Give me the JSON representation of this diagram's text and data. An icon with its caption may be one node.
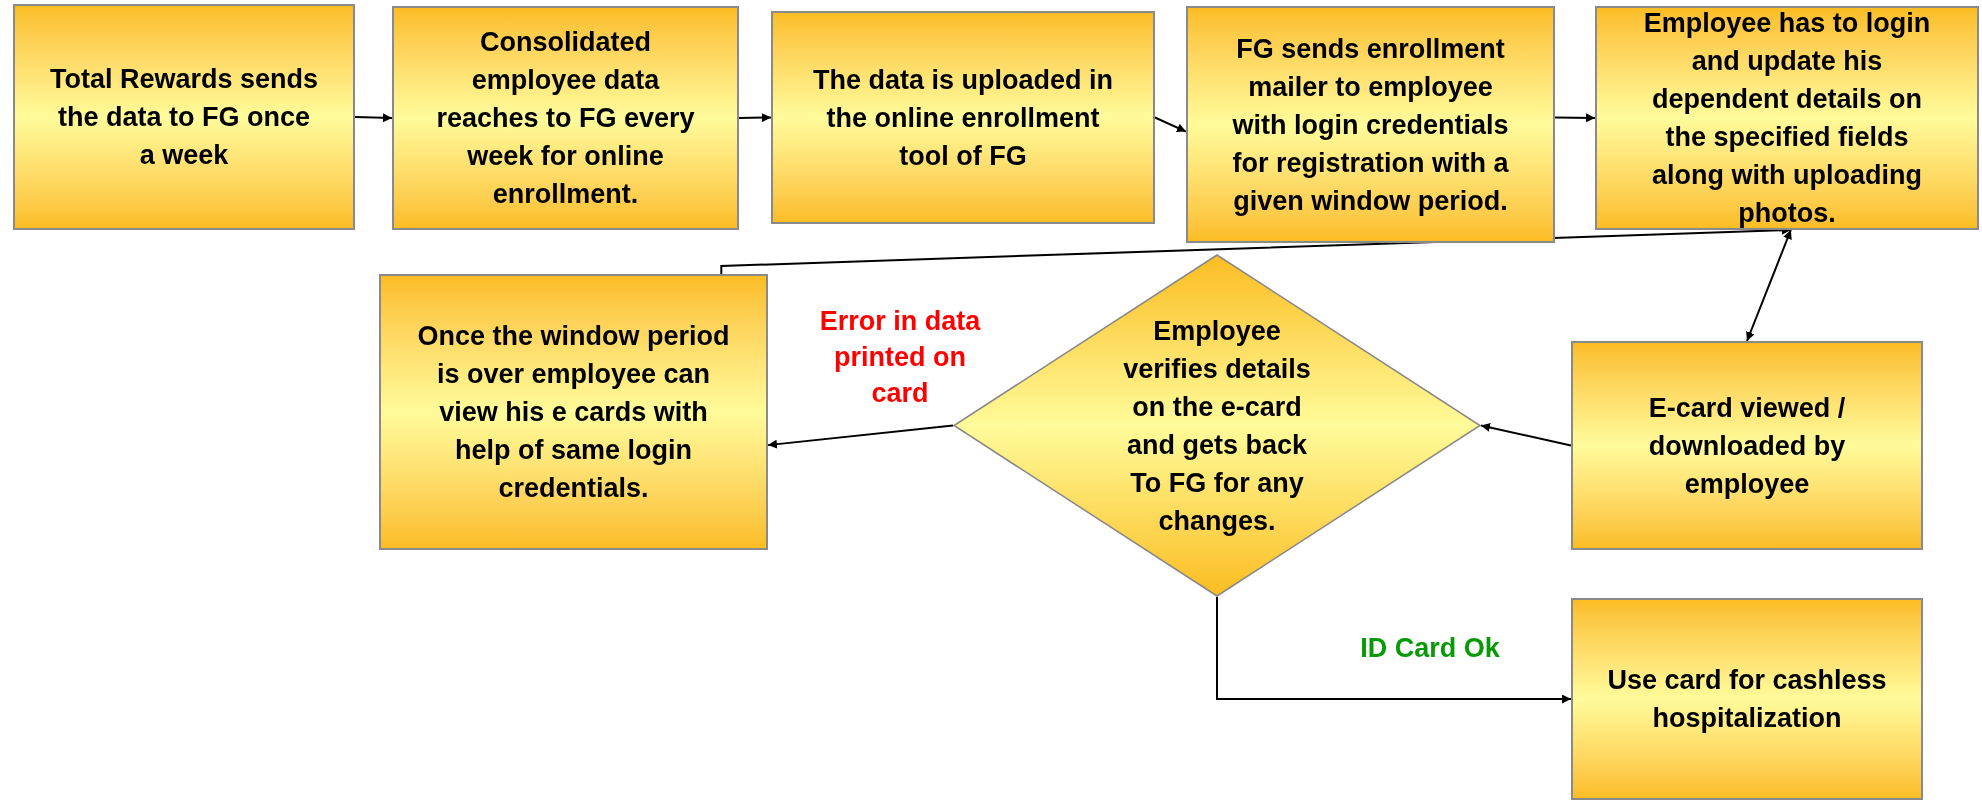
{
  "diagram": {
    "nodes": [
      {
        "text": [
          "Total Rewards sends the data to FG once a week"
        ]
      },
      {
        "text": [
          "Consolidated employee data reaches to FG every week  for online enrollment."
        ]
      },
      {
        "text": [
          "The data is uploaded in the online enrollment tool of FG"
        ]
      },
      {
        "text": [
          "FG sends enrollment mailer to employee with login credentials for registration with a given window period."
        ]
      },
      {
        "text": [
          "Employee has to login and update his dependent details on the specified fields along with uploading photos."
        ]
      },
      {
        "text": [
          "Once the window period is over employee can view his e cards with help of same login credentials."
        ]
      },
      {
        "text": [
          "Employee verifies details on the e-card and gets back To  FG  for any changes."
        ]
      },
      {
        "text": [
          "E-card viewed / downloaded by employee"
        ]
      },
      {
        "text": [
          "Use card for cashless hospitalization"
        ]
      }
    ],
    "edges": [
      {
        "from": 0,
        "to": 1,
        "arrow": "to"
      },
      {
        "from": 1,
        "to": 2,
        "arrow": "to"
      },
      {
        "from": 2,
        "to": 3,
        "arrow": "to"
      },
      {
        "from": 3,
        "to": 4,
        "arrow": "to"
      },
      {
        "from": 5,
        "to": 4,
        "arrow": "to"
      },
      {
        "from": 4,
        "to": 7,
        "arrow": "both"
      },
      {
        "from": 7,
        "to": 6,
        "arrow": "to"
      },
      {
        "from": 6,
        "to": 5,
        "arrow": "to",
        "label": "Error in data printed on card"
      },
      {
        "from": 6,
        "to": 8,
        "arrow": "to",
        "label": "ID Card Ok"
      }
    ]
  }
}
